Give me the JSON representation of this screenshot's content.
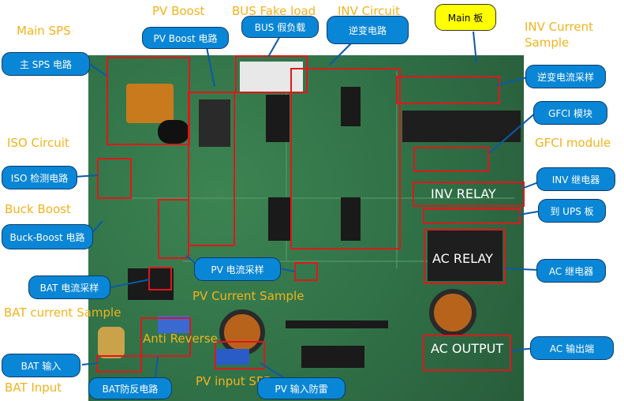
{
  "board": {
    "color": "#2f6e45"
  },
  "yellow_labels": {
    "main_sps": "Main SPS",
    "pv_boost": "PV Boost",
    "bus_fake_load": "BUS Fake load",
    "inv_circuit": "INV Circuit",
    "inv_current_sample_1": "INV Current",
    "inv_current_sample_2": "Sample",
    "iso_circuit": "ISO Circuit",
    "gfci_module": "GFCI module",
    "buck_boost": "Buck Boost",
    "pv_current_sample": "PV Current Sample",
    "bat_current_sample": "BAT current Sample",
    "anti_reverse": "Anti Reverse",
    "pv_input_spd": "PV input SPD",
    "bat_input": "BAT Input"
  },
  "board_labels": {
    "inv_relay": "INV RELAY",
    "ac_relay": "AC RELAY",
    "ac_output": "AC OUTPUT"
  },
  "callouts": {
    "main_board": "Main 板",
    "pv_boost": "PV Boost 电路",
    "bus_fake_load": "BUS 假负载",
    "inverter": "逆变电路",
    "main_sps": "主 SPS 电路",
    "inv_current": "逆变电流采样",
    "gfci": "GFCI 模块",
    "iso": "ISO 检测电路",
    "inv_relay": "INV 继电器",
    "to_ups": "到 UPS 板",
    "buck_boost": "Buck-Boost 电路",
    "pv_current": "PV 电流采样",
    "ac_relay": "AC 继电器",
    "bat_current": "BAT 电流采样",
    "ac_output": "AC 输出端",
    "bat_input": "BAT 输入",
    "bat_anti_reverse": "BAT防反电路",
    "pv_input_spd": "PV 输入防雷"
  },
  "colors": {
    "callout_blue": "#0a86d6",
    "callout_yellow": "#ffff00",
    "label_orange": "#f1b31d",
    "box_red": "#e0171b"
  }
}
